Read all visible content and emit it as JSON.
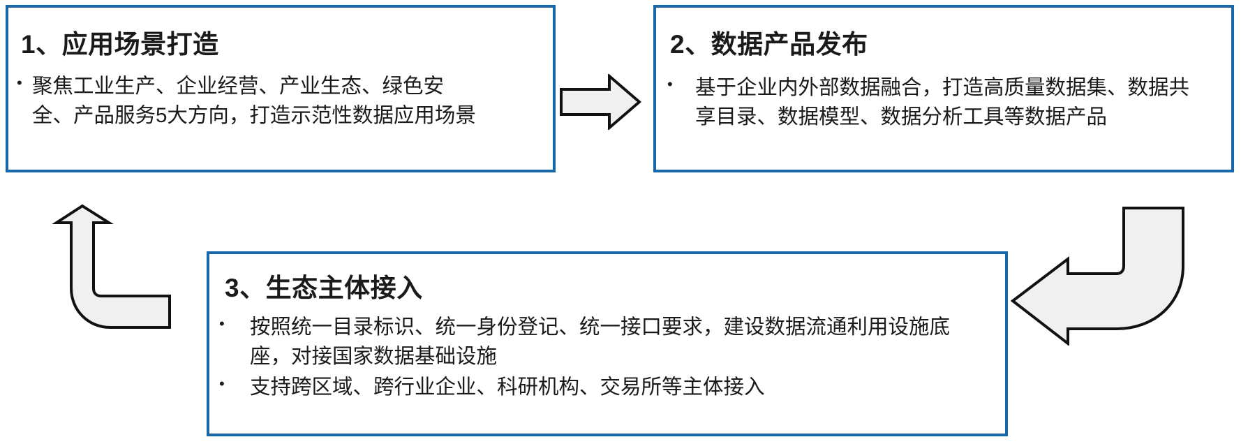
{
  "theme": {
    "box_border_color": "#1867A8",
    "arrow_fill_color": "#F0F0F0",
    "arrow_stroke_color": "#111111",
    "background_color": "#FFFFFF",
    "text_color": "#1A1A1A"
  },
  "cards": [
    {
      "id": "card-1",
      "title": "1、应用场景打造",
      "bullets": [
        {
          "marker": "•",
          "text": "聚焦工业生产、企业经营、产业生态、绿色安全、产品服务5大方向，打造示范性数据应用场景"
        }
      ]
    },
    {
      "id": "card-2",
      "title": "2、数据产品发布",
      "bullets": [
        {
          "marker": "•",
          "text": "基于企业内外部数据融合，打造高质量数据集、数据共享目录、数据模型、数据分析工具等数据产品"
        }
      ]
    },
    {
      "id": "card-3",
      "title": "3、生态主体接入",
      "bullets": [
        {
          "marker": "•",
          "text": "按照统一目录标识、统一身份登记、统一接口要求，建设数据流通利用设施底座，对接国家数据基础设施"
        },
        {
          "marker": "•",
          "text": "支持跨区域、跨行业企业、科研机构、交易所等主体接入"
        }
      ]
    }
  ],
  "arrows": [
    {
      "id": "arrow-right-straight",
      "icon": "arrow-right-icon",
      "direction": "right",
      "from": "card-1",
      "to": "card-2"
    },
    {
      "id": "arrow-curve-right",
      "icon": "arrow-curve-down-left-icon",
      "direction": "down-left",
      "from": "card-2",
      "to": "card-3"
    },
    {
      "id": "arrow-curve-left",
      "icon": "arrow-curve-left-up-icon",
      "direction": "left-up",
      "from": "card-3",
      "to": "card-1"
    }
  ]
}
